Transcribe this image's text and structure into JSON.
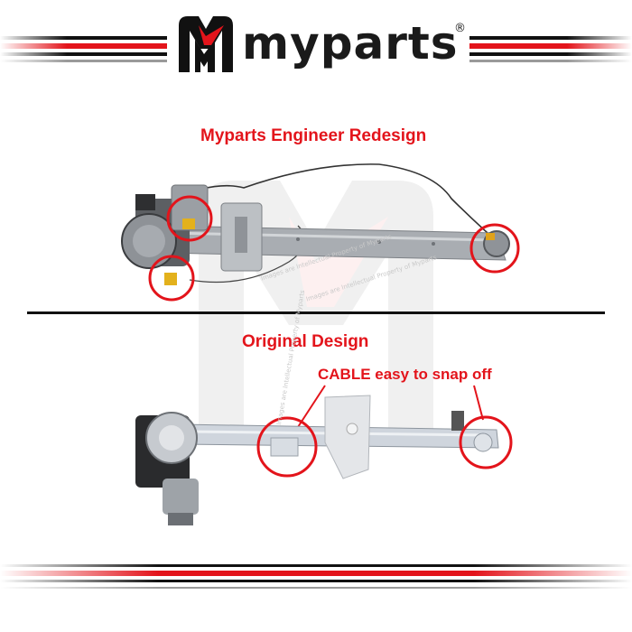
{
  "brand": {
    "name": "myparts",
    "registered_mark": "®",
    "colors": {
      "red": "#e3141b",
      "black": "#111111",
      "gray": "#9a9a9a"
    }
  },
  "sections": {
    "redesign": {
      "title": "Myparts Engineer Redesign"
    },
    "original": {
      "title": "Original Design",
      "callout": "CABLE easy to snap off"
    }
  },
  "watermark": {
    "text": "Images are Intellectual Property of Myparts"
  },
  "icons": [
    "myparts-logo-icon",
    "window-regulator-redesign",
    "window-regulator-original"
  ]
}
